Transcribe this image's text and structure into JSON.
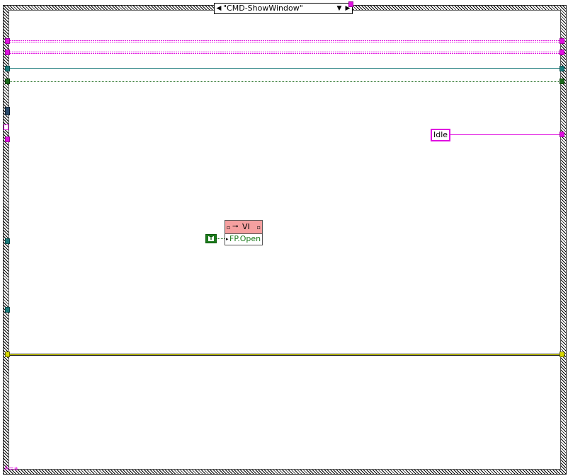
{
  "case_selector": {
    "value": "\"CMD-ShowWindow\"",
    "decrement_icon": "left-arrow",
    "increment_icon": "right-arrow",
    "dropdown_icon": "dropdown-arrow"
  },
  "constants": {
    "state_string": "Idle",
    "boolean": "T"
  },
  "property_node": {
    "class_label": "VI",
    "property": "FP.Open"
  },
  "frame_label": "A=a",
  "colors": {
    "string_wire": "#e010e0",
    "refnum_wire": "#1a7a7a",
    "boolean_wire": "#1c6b1c",
    "error_wire": "#d8d800",
    "property_node_header": "#f5a0a0"
  }
}
